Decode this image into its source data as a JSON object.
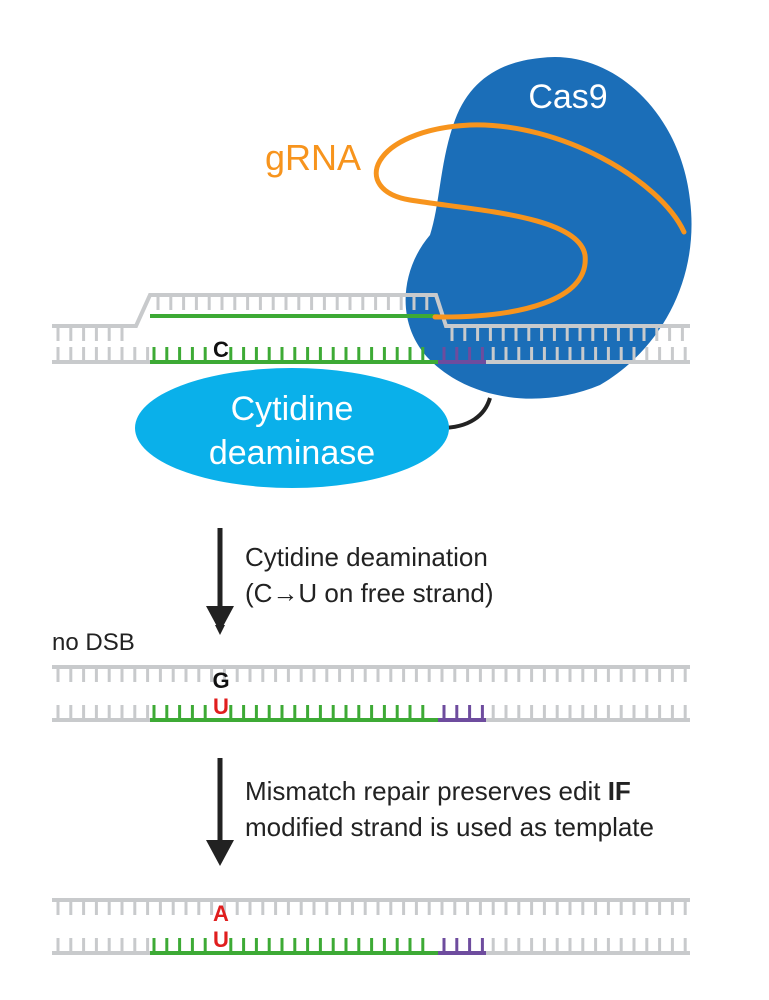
{
  "proteins": {
    "cas9": {
      "label": "Cas9",
      "color": "#1B6EB8"
    },
    "deaminase": {
      "label_line1": "Cytidine",
      "label_line2": "deaminase",
      "color": "#0AB0EA"
    }
  },
  "grna": {
    "label": "gRNA",
    "color": "#F7941D"
  },
  "colors": {
    "dna_backbone": "#C8CACC",
    "protospacer": "#3DAA35",
    "pam": "#6E4C9E",
    "arrow": "#222222",
    "edited_base": "#E01E1E"
  },
  "panel1": {
    "target_base": "C"
  },
  "step1": {
    "line1": "Cytidine deamination",
    "line2": "(C→U on free strand)"
  },
  "panel2": {
    "note": "no DSB",
    "top_base": "G",
    "bottom_base": "U"
  },
  "step2": {
    "line1_normal": "Mismatch repair preserves edit ",
    "line1_bold": "IF",
    "line2": "modified strand is used as template"
  },
  "panel3": {
    "top_base": "A",
    "bottom_base": "U"
  }
}
